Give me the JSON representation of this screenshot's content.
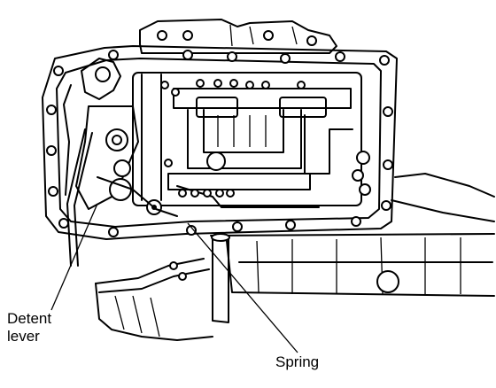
{
  "labels": {
    "detent_line1": "Detent",
    "detent_line2": "lever",
    "spring": "Spring"
  }
}
